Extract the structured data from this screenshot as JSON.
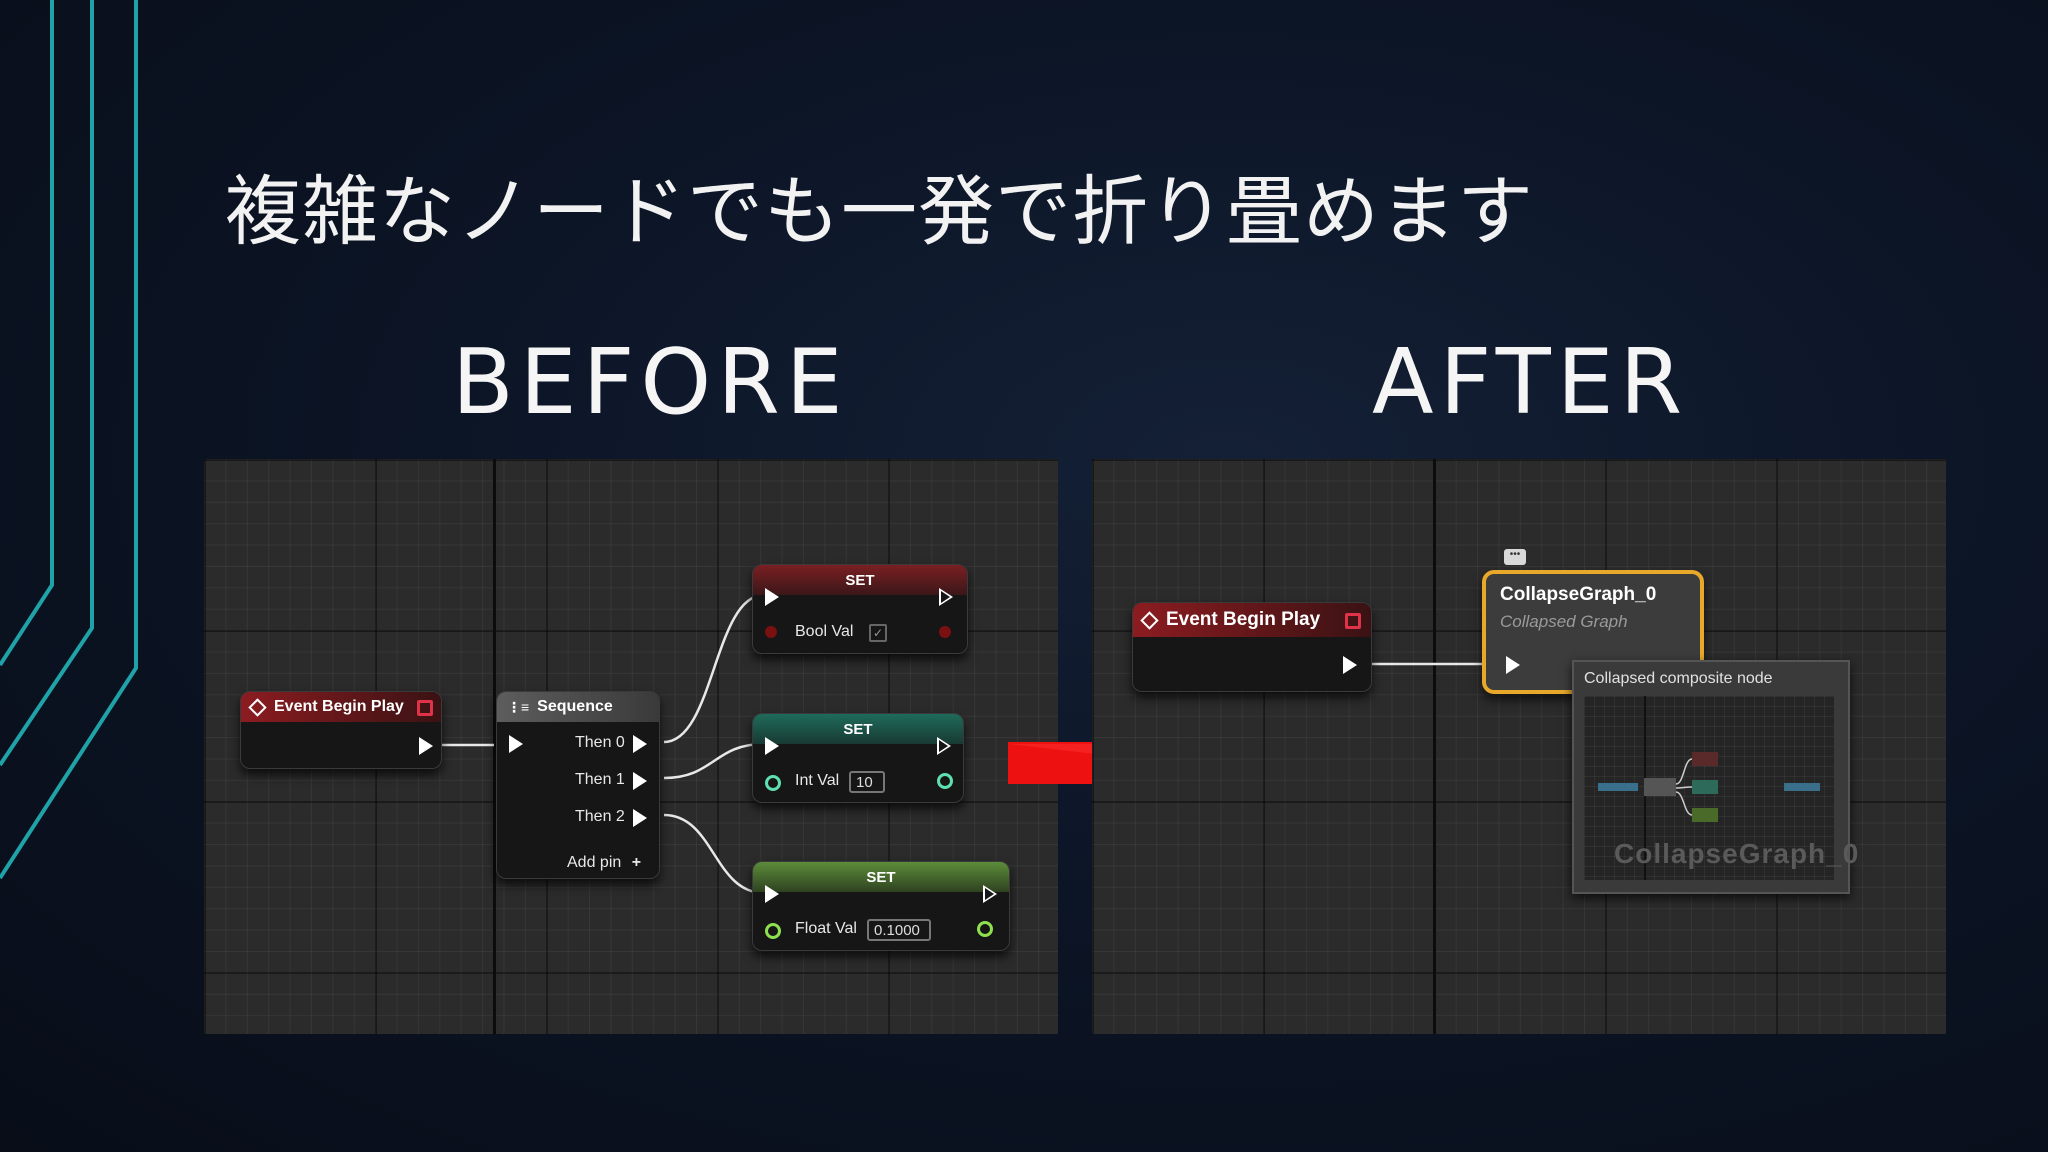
{
  "slide": {
    "title": "複雑なノードでも一発で折り畳めます",
    "before_label": "BEFORE",
    "after_label": "AFTER"
  },
  "before": {
    "event_node": {
      "title": "Event Begin Play"
    },
    "sequence_node": {
      "title": "Sequence",
      "outputs": [
        "Then 0",
        "Then 1",
        "Then 2"
      ],
      "add_pin": "Add pin"
    },
    "set_bool": {
      "header": "SET",
      "var": "Bool Val",
      "value": "✓"
    },
    "set_int": {
      "header": "SET",
      "var": "Int Val",
      "value": "10"
    },
    "set_float": {
      "header": "SET",
      "var": "Float Val",
      "value": "0.1000"
    }
  },
  "after": {
    "event_node": {
      "title": "Event Begin Play"
    },
    "collapsed_node": {
      "title": "CollapseGraph_0",
      "subtitle": "Collapsed Graph"
    },
    "tooltip": {
      "title": "Collapsed composite node",
      "thumbnail_label": "CollapseGraph_0"
    }
  },
  "colors": {
    "accent_teal": "#1fa3a8",
    "event_red": "#8c1c21",
    "arrow_red": "#ee1111",
    "collapsed_outline": "#e8a82a"
  }
}
